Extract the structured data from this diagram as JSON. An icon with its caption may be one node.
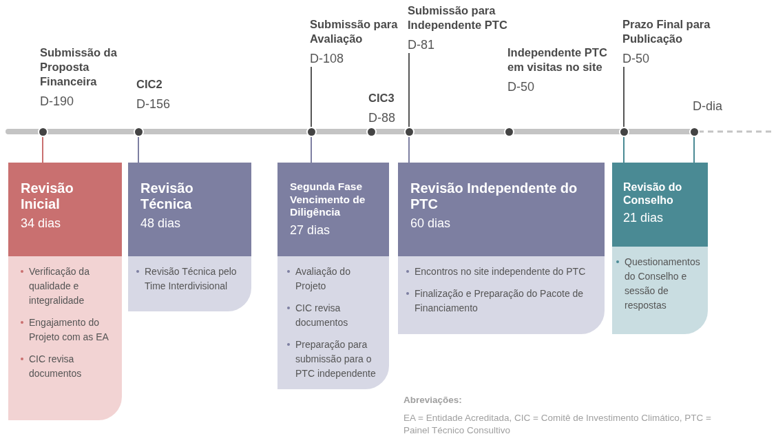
{
  "diagram": {
    "nodes": [
      {
        "text": [
          "Submissão da Proposta Financeira",
          "D-190"
        ]
      },
      {
        "text": [
          "CIC2",
          "D-156"
        ]
      },
      {
        "text": [
          "Submissão para Avaliação",
          "D-108"
        ]
      },
      {
        "text": [
          "CIC3",
          "D-88"
        ]
      },
      {
        "text": [
          "Submissão para Independente PTC",
          "D-81"
        ]
      },
      {
        "text": [
          "Independente PTC em visitas no site",
          "D-50"
        ]
      },
      {
        "text": [
          "Prazo Final para Publicação",
          "D-50"
        ]
      },
      {
        "text": [
          "D-dia"
        ]
      },
      {
        "text": [],
        "shape": "circle"
      },
      {
        "text": [],
        "shape": "circle"
      },
      {
        "text": [],
        "shape": "circle"
      },
      {
        "text": [],
        "shape": "circle"
      },
      {
        "text": [],
        "shape": "circle"
      },
      {
        "text": [],
        "shape": "circle"
      },
      {
        "text": [],
        "shape": "circle"
      },
      {
        "text": [],
        "shape": "circle"
      },
      {
        "text": [
          "Revisão Inicial",
          "34 dias",
          "Verificação da qualidade e integralidade",
          "Engajamento do Projeto com as EA",
          "CIC revisa documentos"
        ]
      },
      {
        "text": [
          "Revisão Técnica",
          "48 dias",
          "Revisão Técnica pelo Time Interdivisional"
        ]
      },
      {
        "text": [
          "Segunda Fase Vencimento de Diligência",
          "27 dias",
          "Avaliação do Projeto",
          "CIC revisa documentos",
          "Preparação para submissão para o PTC independente"
        ]
      },
      {
        "text": [
          "Revisão Independente do PTC",
          "60 dias",
          "Encontros no site independente do PTC",
          "Finalização e Preparação do Pacote de Financiamento"
        ]
      },
      {
        "text": [
          "Revisão do Conselho",
          "21 dias",
          "Questionamentos do Conselho e sessão de respostas"
        ]
      }
    ],
    "edges": [
      {
        "from": 2,
        "to": 10,
        "arrow": "none",
        "color": "#555555"
      },
      {
        "from": 4,
        "to": 12,
        "arrow": "none",
        "color": "#555555"
      },
      {
        "from": 6,
        "to": 14,
        "arrow": "none",
        "color": "#555555"
      },
      {
        "from": 8,
        "to": 16,
        "arrow": "none",
        "color": "#c97070"
      },
      {
        "from": 9,
        "to": 17,
        "arrow": "none"
      },
      {
        "from": 10,
        "to": 18,
        "arrow": "none"
      },
      {
        "from": 12,
        "to": 19,
        "arrow": "none"
      },
      {
        "from": 14,
        "to": 20,
        "arrow": "none",
        "color": "#4a8a94"
      },
      {
        "from": 15,
        "to": 20,
        "arrow": "none",
        "color": "#4a8a94"
      }
    ],
    "labels": [
      "Abreviações:",
      "EA = Entidade Acreditada, CIC = Comitê de Investimento Climático, PTC = Painel Técnico Consultivo"
    ]
  }
}
